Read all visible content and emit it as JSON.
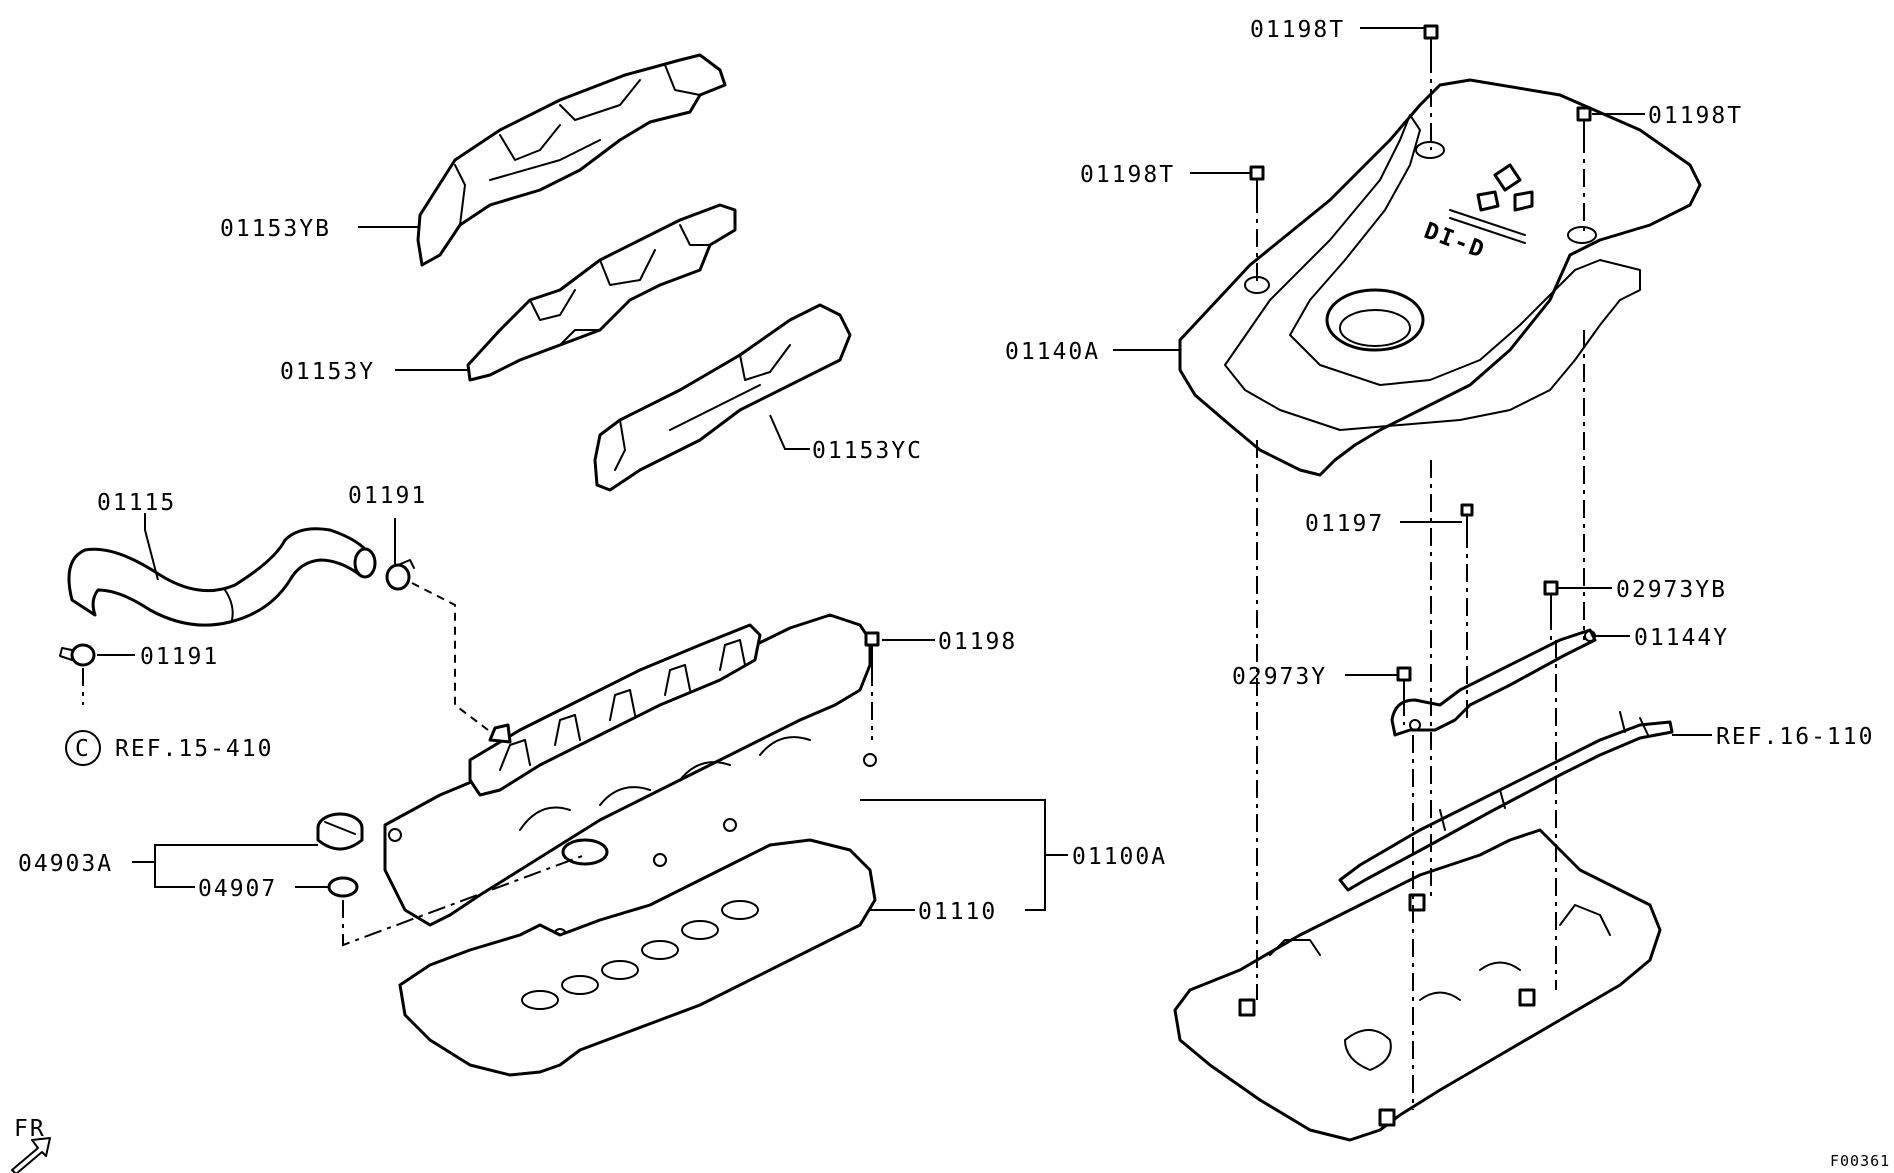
{
  "labels": {
    "l01153YB": "01153YB",
    "l01153Y": "01153Y",
    "l01153YC": "01153YC",
    "l01115": "01115",
    "l01191_top": "01191",
    "l01191_left": "01191",
    "lref15": "REF.15-410",
    "lref15_circle": "C",
    "l01198": "01198",
    "l04903A": "04903A",
    "l04907": "04907",
    "l01100A": "01100A",
    "l01110": "01110",
    "l01198T_top": "01198T",
    "l01198T_right": "01198T",
    "l01198T_left": "01198T",
    "l01140A": "01140A",
    "l01197": "01197",
    "l02973YB": "02973YB",
    "l01144Y": "01144Y",
    "l02973Y": "02973Y",
    "lref16": "REF.16-110",
    "lfr": "FR",
    "lfig": "F00361"
  },
  "cover_badge": "DI-D",
  "icons": {
    "brand": "three-diamond-logo-icon",
    "direction": "front-arrow-icon"
  },
  "colors": {
    "ink": "#000000",
    "paper": "#ffffff"
  }
}
